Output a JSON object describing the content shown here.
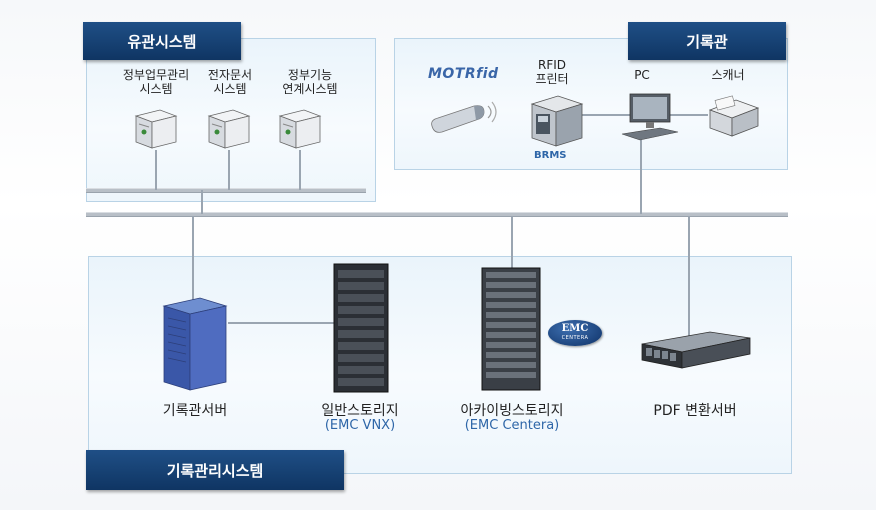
{
  "groups": {
    "gov_system": {
      "title": "유관시스템"
    },
    "archive": {
      "title": "기록관"
    },
    "records_mgmt": {
      "title": "기록관리시스템"
    }
  },
  "gov_servers": [
    {
      "line1": "정부업무관리",
      "line2": "시스템"
    },
    {
      "line1": "전자문서",
      "line2": "시스템"
    },
    {
      "line1": "정부기능",
      "line2": "연계시스템"
    }
  ],
  "archive_devices": {
    "logo": "MOTRfid",
    "rfid_printer": {
      "line1": "RFID",
      "line2": "프린터",
      "badge": "BRMS"
    },
    "pc": "PC",
    "scanner": "스캐너"
  },
  "bottom_devices": {
    "records_server": "기록관서버",
    "general_storage": {
      "name": "일반스토리지",
      "model": "(EMC  VNX)"
    },
    "archive_storage": {
      "name": "아카이빙스토리지",
      "model": "(EMC Centera)"
    },
    "emc_badge": {
      "logo": "EMC",
      "sub": "CENTERA"
    },
    "pdf_server": "PDF  변환서버"
  },
  "colors": {
    "tag_blue": "#1a4677",
    "panel_border": "#b9d3e6",
    "model_text": "#2e66a8"
  }
}
